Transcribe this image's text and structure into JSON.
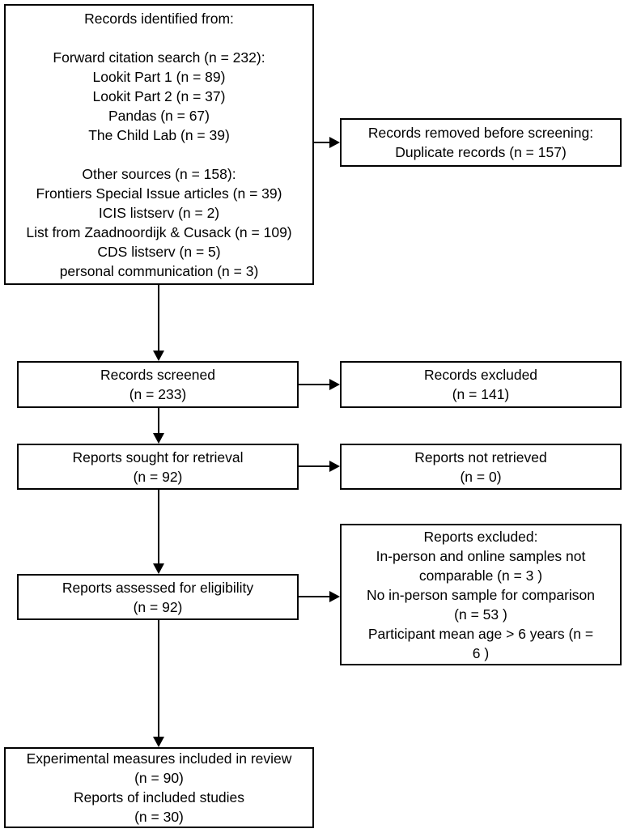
{
  "diagram_type": "flowchart",
  "colors": {
    "box_border": "#000000",
    "box_fill": "#ffffff",
    "text": "#000000",
    "arrow": "#000000"
  },
  "boxes": {
    "identified": {
      "text": "Records identified from:\n\nForward citation search (n = 232):\nLookit Part 1 (n = 89)\nLookit Part 2 (n = 37)\nPandas (n = 67)\nThe Child Lab (n = 39)\n\nOther sources (n = 158):\nFrontiers Special Issue articles (n = 39)\nICIS listserv (n = 2)\nList from Zaadnoordijk & Cusack (n = 109)\nCDS listserv (n = 5)\npersonal communication (n = 3)"
    },
    "removed_before_screening": {
      "text": "Records removed before screening:\nDuplicate records (n = 157)"
    },
    "screened": {
      "text": "Records screened\n(n = 233)"
    },
    "records_excluded": {
      "text": "Records excluded\n(n = 141)"
    },
    "sought_for_retrieval": {
      "text": "Reports sought for retrieval\n(n = 92)"
    },
    "not_retrieved": {
      "text": "Reports not retrieved\n(n = 0)"
    },
    "assessed_for_eligibility": {
      "text": "Reports assessed for eligibility\n(n = 92)"
    },
    "reports_excluded": {
      "text": "Reports excluded:\nIn-person and online samples not\ncomparable (n = 3 )\nNo in-person sample for comparison\n(n = 53 )\nParticipant mean age > 6 years (n =\n6 )"
    },
    "included": {
      "text": "Experimental measures included in review\n(n = 90)\nReports of included studies\n(n = 30)"
    }
  }
}
